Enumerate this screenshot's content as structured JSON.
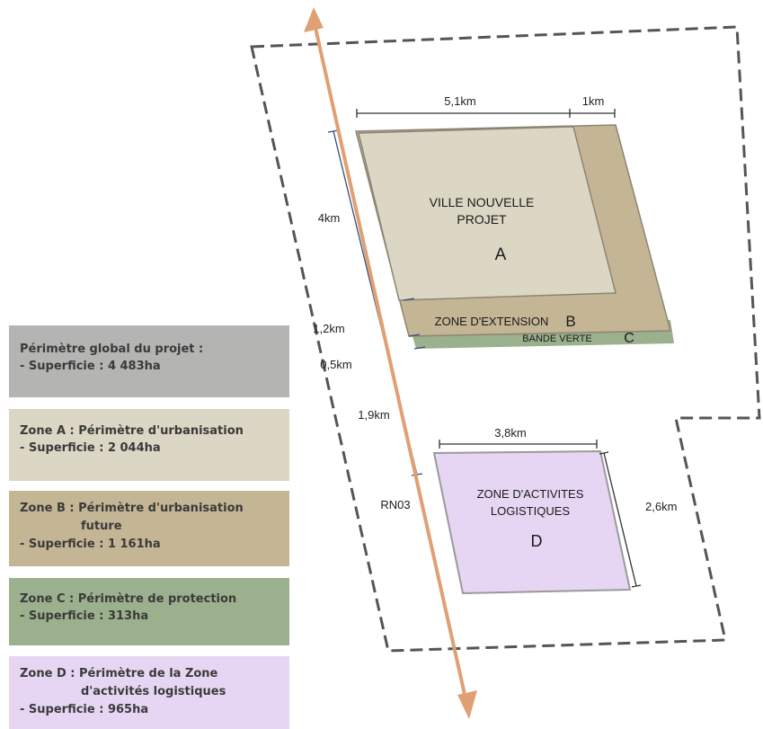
{
  "legend": {
    "global": {
      "line1": "Périmètre global du projet :",
      "line2": "- Superficie : 4 483ha",
      "color": "#b4b4b3"
    },
    "zone_a": {
      "line1": "Zone A : Périmètre d'urbanisation",
      "line2": "- Superficie : 2 044ha",
      "color": "#dcd6c4"
    },
    "zone_b": {
      "line1": "Zone B : Périmètre d'urbanisation",
      "line2": "future",
      "line3": "- Superficie : 1 161ha",
      "color": "#c4b595"
    },
    "zone_c": {
      "line1": "Zone C : Périmètre de protection",
      "line2": "- Superficie : 313ha",
      "color": "#9bb08c"
    },
    "zone_d": {
      "line1": "Zone D : Périmètre de la Zone",
      "line2": "d'activités logistiques",
      "line3": "- Superficie : 965ha",
      "color": "#e6d6f3"
    }
  },
  "map": {
    "zone_a_label_1": "VILLE NOUVELLE",
    "zone_a_label_2": "PROJET",
    "zone_a_letter": "A",
    "zone_b_label": "ZONE D'EXTENSION",
    "zone_b_letter": "B",
    "zone_c_label": "BANDE VERTE",
    "zone_c_letter": "C",
    "zone_d_label_1": "ZONE D'ACTIVITES",
    "zone_d_label_2": "LOGISTIQUES",
    "zone_d_letter": "D",
    "road_label": "RN03"
  },
  "dimensions": {
    "width_a": "5,1km",
    "width_b": "1km",
    "height_a": "4km",
    "height_b": "1,2km",
    "height_c": "0,5km",
    "gap": "1,9km",
    "width_d": "3,8km",
    "height_d": "2,6km"
  },
  "colors": {
    "road": "#e0a074",
    "perimeter": "#555555",
    "dimension_line": "#333333",
    "dimension_line_blue": "#2f4f7f"
  }
}
